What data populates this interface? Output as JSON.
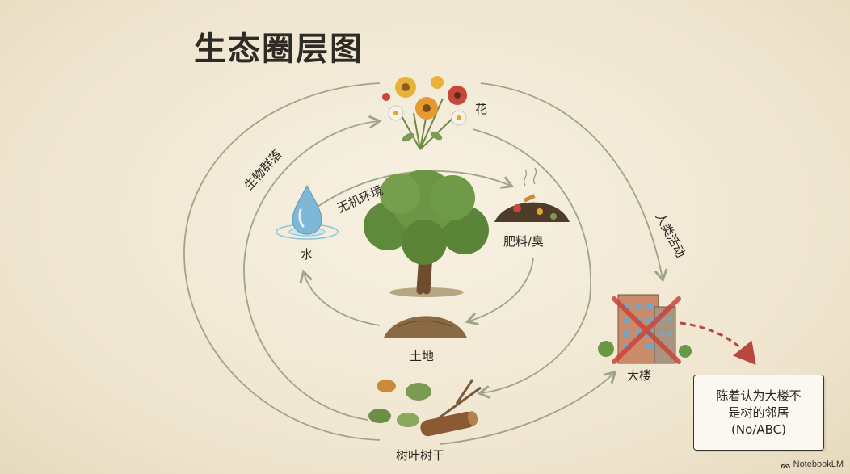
{
  "title": "生态圈层图",
  "labels": {
    "flower": "花",
    "water": "水",
    "fertilizer": "肥料/臭",
    "soil": "土地",
    "leaves": "树叶树干",
    "building": "大楼"
  },
  "arc_labels": {
    "biotic": "生物群落",
    "abiotic": "无机环境",
    "human": "人类活动"
  },
  "note": {
    "line1": "陈着认为大楼不",
    "line2": "是树的邻居",
    "line3": "(No/ABC)"
  },
  "brand": "NotebookLM",
  "colors": {
    "arrow": "#9ea487",
    "cross": "#c8453a",
    "red_arrow": "#b8473d"
  },
  "icons": [
    "flowers-icon",
    "tree-icon",
    "water-drop-icon",
    "compost-icon",
    "soil-mound-icon",
    "leaves-branches-icon",
    "building-icon",
    "notebooklm-logo-icon"
  ]
}
